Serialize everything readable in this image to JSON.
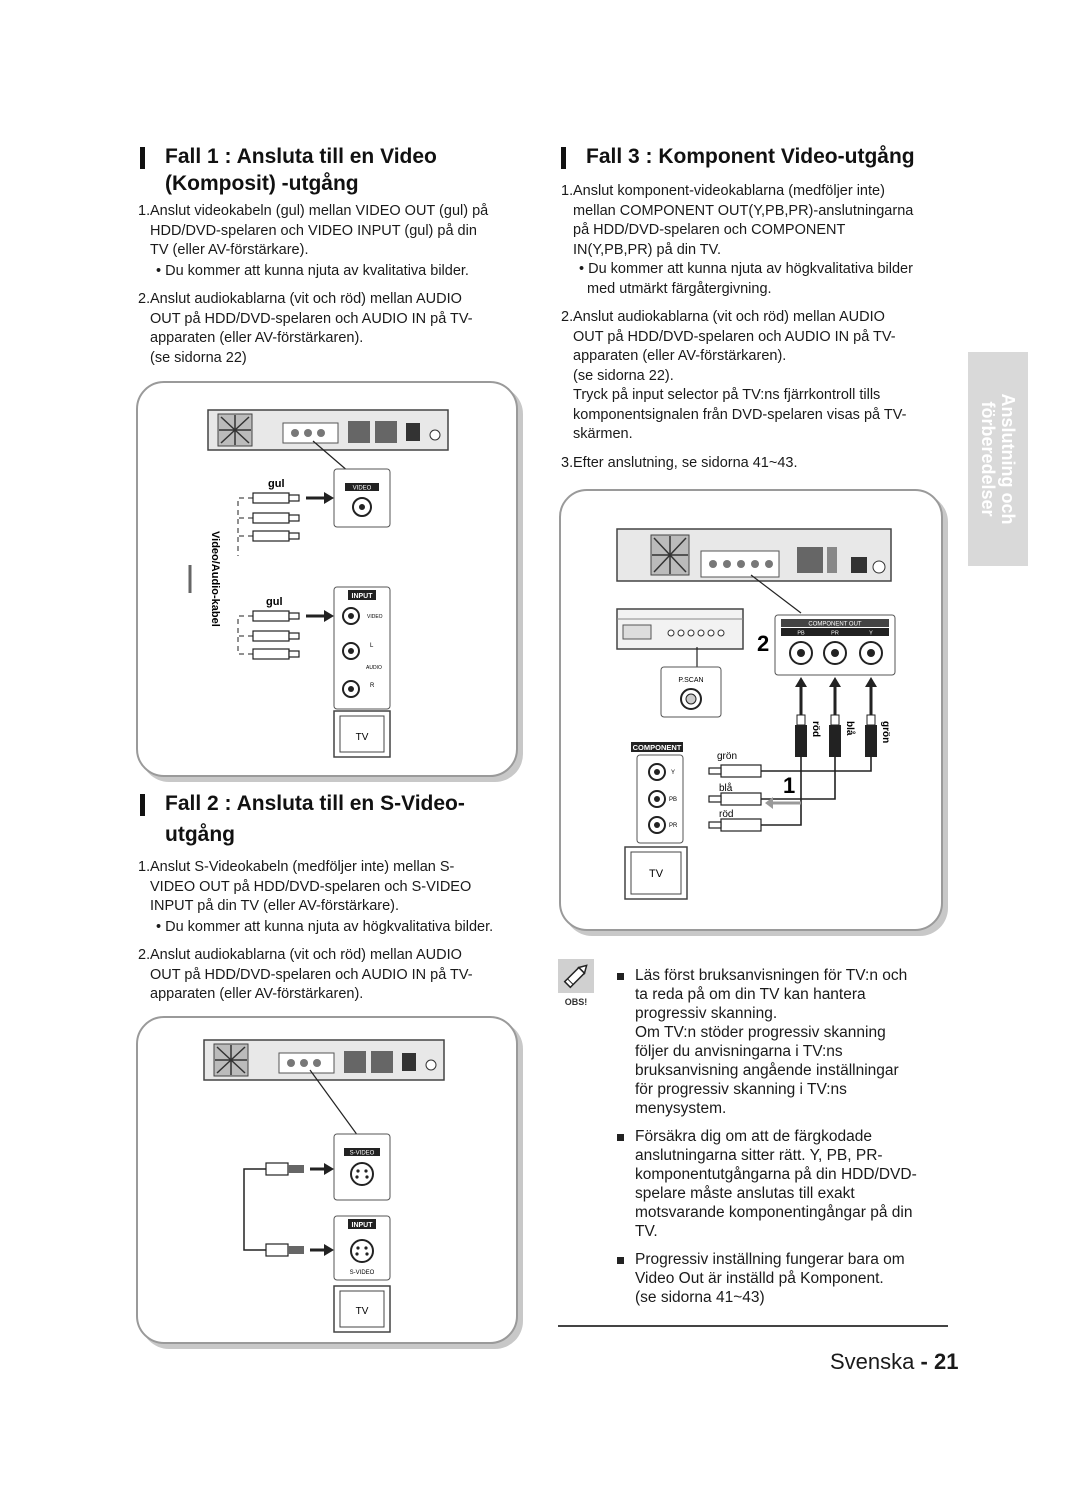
{
  "fall1": {
    "title_1": "Fall 1 : Ansluta till en Video",
    "title_2": "(Komposit) -utgång",
    "step1": [
      "Anslut videokabeln (gul) mellan VIDEO OUT (gul) på",
      "HDD/DVD-spelaren och VIDEO INPUT (gul) på din",
      "TV (eller AV-förstärkare)."
    ],
    "step1_bullet": "Du kommer att kunna njuta av kvalitativa bilder.",
    "step2": [
      "Anslut audiokablarna (vit och röd) mellan AUDIO",
      "OUT på HDD/DVD-spelaren och AUDIO IN på TV-",
      "apparaten (eller AV-förstärkaren).",
      " (se sidorna 22)"
    ],
    "diagram": {
      "gul_top": "gul",
      "gul_bottom": "gul",
      "cable": "Video/Audio-kabel",
      "video_lbl": "VIDEO",
      "input_lbl": "INPUT",
      "video_small": "VIDEO",
      "l": "L",
      "audio": "AUDIO",
      "r": "R",
      "tv": "TV"
    }
  },
  "fall2": {
    "title_1": "Fall 2 : Ansluta till en S-Video-",
    "title_2": "utgång",
    "step1": [
      "Anslut S-Videokabeln (medföljer inte) mellan S-",
      "VIDEO OUT på HDD/DVD-spelaren och S-VIDEO",
      "INPUT på din TV (eller AV-förstärkare)."
    ],
    "step1_bullet": "Du kommer att kunna njuta av högkvalitativa bilder.",
    "step2": [
      "Anslut audiokablarna (vit och röd) mellan AUDIO",
      "OUT på HDD/DVD-spelaren och AUDIO IN på TV-",
      "apparaten (eller AV-förstärkaren)."
    ],
    "diagram": {
      "svideo_lbl": "S-VIDEO",
      "input_lbl": "INPUT",
      "svideo_small": "S-VIDEO",
      "tv": "TV"
    }
  },
  "fall3": {
    "title": "Fall 3 : Komponent Video-utgång",
    "step1": [
      "Anslut komponent-videokablarna (medföljer inte)",
      "mellan COMPONENT OUT(Y,PB,PR)-anslutningarna",
      "på HDD/DVD-spelaren och COMPONENT",
      "IN(Y,PB,PR) på din TV."
    ],
    "step1_bullet": [
      "Du kommer att kunna njuta av högkvalitativa bilder",
      "med utmärkt färgåtergivning."
    ],
    "step2": [
      "Anslut audiokablarna (vit och röd) mellan AUDIO",
      "OUT på HDD/DVD-spelaren och AUDIO IN på TV-",
      "apparaten (eller AV-förstärkaren).",
      "(se sidorna 22).",
      "Tryck på input selector på TV:ns fjärrkontroll tills",
      "komponentsignalen från DVD-spelaren visas på TV-",
      "skärmen."
    ],
    "step3": "Efter anslutning, se sidorna 41~43.",
    "diagram": {
      "component_out": "COMPONENT OUT",
      "pb": "PB",
      "pr": "PR",
      "y": "Y",
      "pscan": "P.SCAN",
      "num2": "2",
      "num1": "1",
      "component": "COMPONENT",
      "gron_top": "grön",
      "rod_top": "röd",
      "bla_top": "blå",
      "gron": "grön",
      "bla": "blå",
      "rod": "röd",
      "y_small": "Y",
      "pb_small": "PB",
      "pr_small": "PR",
      "tv": "TV"
    }
  },
  "side_tab": {
    "line1": "Anslutning och",
    "line2": "förberedelser"
  },
  "notes": {
    "obs_label": "OBS!",
    "items": [
      [
        "Läs först bruksanvisningen för TV:n och",
        "ta reda på om din TV kan hantera",
        "progressiv skanning.",
        "Om TV:n stöder progressiv skanning",
        "följer du anvisningarna i TV:ns",
        "bruksanvisning angående inställningar",
        "för progressiv skanning i TV:ns",
        "menysystem."
      ],
      [
        "Försäkra dig om att de färgkodade",
        "anslutningarna sitter rätt. Y, PB, PR-",
        "komponentutgångarna på din HDD/DVD-",
        "spelare måste anslutas till exakt",
        "motsvarande komponentingångar på din",
        "TV."
      ],
      [
        "Progressiv inställning fungerar bara om",
        "Video Out är inställd på Komponent.",
        "(se sidorna 41~43)"
      ]
    ]
  },
  "footer": {
    "language": "Svenska",
    "dash": " - ",
    "page": "21"
  }
}
